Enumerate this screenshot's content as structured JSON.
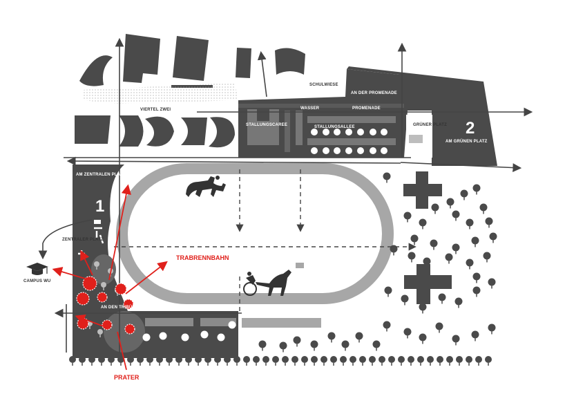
{
  "labels": {
    "viertel_zwei": "VIERTEL ZWEI",
    "schulwiese": "SCHULWIESE",
    "an_der_promenade": "AN DER PROMENADE",
    "wasser": "WASSER",
    "promenade": "PROMENADE",
    "stallungscaree": "STALLUNGSCAREE",
    "stallungsallee": "STALLUNGSALLEE",
    "gruener_platz": "GRÜNER PLATZ",
    "am_gruenen_platz": "AM GRÜNEN PLATZ",
    "am_zentralen_platz": "AM ZENTRALEN PLATZ",
    "zentraler_platz": "ZENTRALER PLATZ",
    "campus_wu": "CAMPUS WU",
    "trabrennbahn": "TRABRENNBAHN",
    "an_den_tribuenen": "AN DEN TRIBÜNEN",
    "prater": "PRATER",
    "zone_1": "1",
    "zone_2": "2"
  },
  "colors": {
    "block": "#4a4a4a",
    "track": "#a7a7a7",
    "accent": "#e0201b",
    "tree": "#4a4a4a",
    "light_tree": "#bdbdbd"
  },
  "icons": [
    "graduation-cap-icon",
    "horse-rider-icon",
    "sulky-horse-icon",
    "playground-icon",
    "exercise-icon"
  ]
}
